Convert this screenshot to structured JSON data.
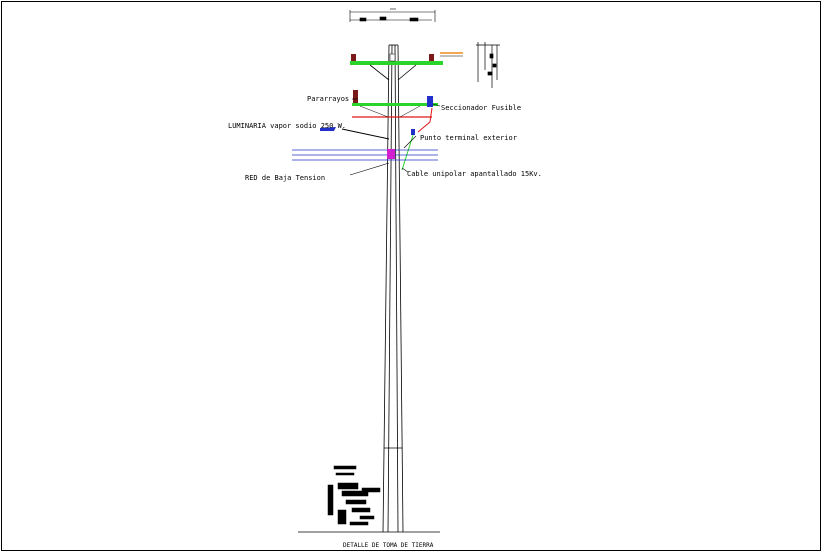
{
  "drawing": {
    "labels": {
      "pararrayos": "Pararrayos",
      "seccionador": "Seccionador Fusible",
      "luminaria": "LUMINARIA  vapor sodio 250 W.",
      "punto_terminal": "Punto terminal exterior",
      "red_baja": "RED de Baja Tension",
      "cable_unipolar": "Cable unipolar apantallado 15Kv.",
      "detalle": "DETALLE DE TOMA DE TIERRA"
    },
    "colors": {
      "crossarm": "#2bd42b",
      "insulator": "#7a1a1a",
      "fuse": "#2030c8",
      "wire_red": "#e01818",
      "orange": "#f08a1a",
      "lines": "#2030c8",
      "magenta": "#d020d0",
      "cable": "#2bd42b",
      "ink": "#000000"
    },
    "icons": [
      "insulator-icon",
      "fuse-icon",
      "lamp-icon",
      "junction-icon"
    ]
  }
}
